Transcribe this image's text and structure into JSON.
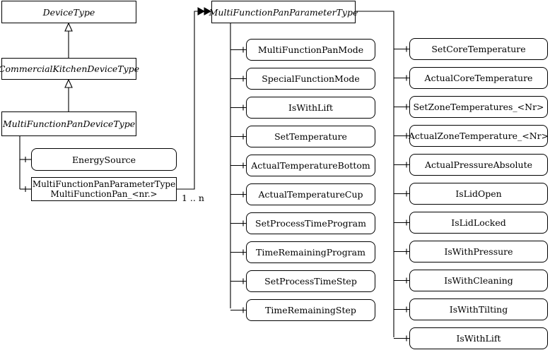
{
  "types": {
    "device": "DeviceType",
    "commercial_kitchen": "CommercialKitchenDeviceType",
    "multi_function_pan_device": "MultiFunctionPanDeviceType",
    "multi_function_pan_parameter": "MultiFunctionPanParameterType"
  },
  "device_children": {
    "energy_source": "EnergySource",
    "parameter_type_line": "MultiFunctionPanParameterType",
    "parameter_name_line": "MultiFunctionPan_<nr.>"
  },
  "multiplicity": "1 .. n",
  "left_column": [
    "MultiFunctionPanMode",
    "SpecialFunctionMode",
    "IsWithLift",
    "SetTemperature",
    "ActualTemperatureBottom",
    "ActualTemperatureCup",
    "SetProcessTimeProgram",
    "TimeRemainingProgram",
    "SetProcessTimeStep",
    "TimeRemainingStep"
  ],
  "right_column": [
    "SetCoreTemperature",
    "ActualCoreTemperature",
    "SetZoneTemperatures_<Nr>",
    "ActualZoneTemperature_<Nr>",
    "ActualPressureAbsolute",
    "IsLidOpen",
    "IsLidLocked",
    "IsWithPressure",
    "IsWithCleaning",
    "IsWithTilting",
    "IsWithLift"
  ]
}
